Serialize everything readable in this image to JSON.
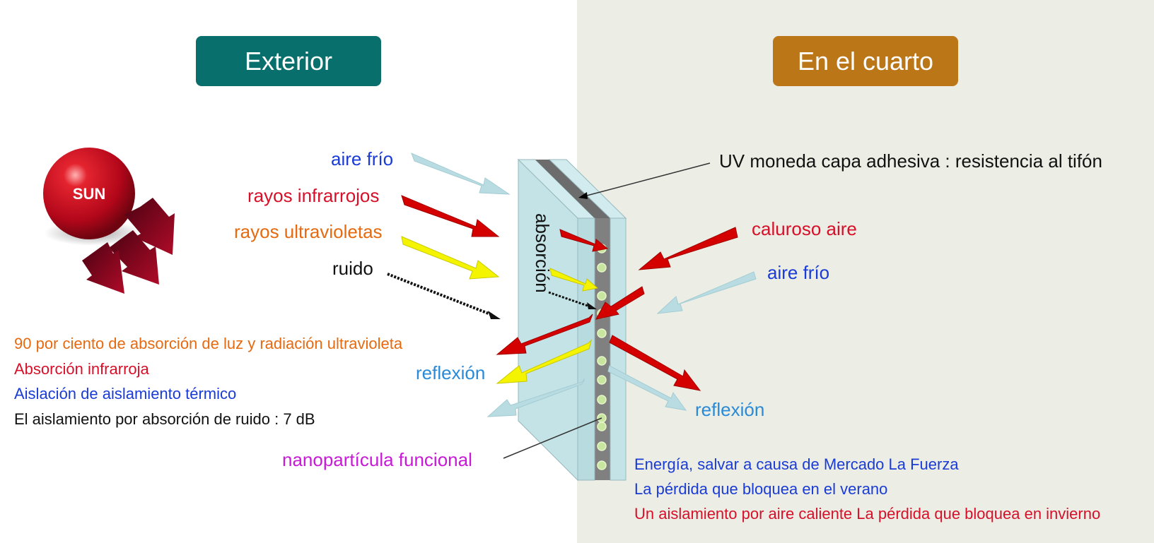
{
  "headers": {
    "exterior": "Exterior",
    "room": "En el cuarto"
  },
  "sun_label": "SUN",
  "labels": {
    "cold_air_left": "aire frío",
    "infrared": "rayos infrarrojos",
    "ultraviolet": "rayos ultravioletas",
    "noise": "ruido",
    "absorption": "absorción",
    "reflection_left": "reflexión",
    "reflection_right": "reflexión",
    "uv_layer": "UV moneda capa adhesiva : resistencia al tifón",
    "hot_air": "caluroso aire",
    "cold_air_right": "aire frío",
    "nanoparticle": "nanopartícula funcional"
  },
  "benefits_left": [
    "90 por ciento de absorción de luz y radiación ultravioleta",
    "Absorción infrarroja",
    "Aislación de aislamiento térmico",
    "El aislamiento por absorción de ruido : 7 dB"
  ],
  "benefits_right": [
    "Energía, salvar a causa de Mercado La Fuerza",
    "La pérdida que bloquea en el verano",
    "Un aislamiento por aire caliente La pérdida que bloquea en invierno"
  ],
  "colors": {
    "exterior_header": "#086f6c",
    "room_header": "#bb7618",
    "room_background": "#eceee5",
    "red_text": "#d7102a",
    "blue_text": "#1a3bd6",
    "light_blue_text": "#2a8ad8",
    "orange_text": "#e56a10",
    "magenta_text": "#c81ad6",
    "red_arrow": "#d40000",
    "yellow_arrow": "#f4f400",
    "light_blue_arrow": "#b8dce2",
    "glass": "#c3e3e6",
    "interlayer": "#808080",
    "nanoparticle_fill": "#c8e6a0"
  }
}
